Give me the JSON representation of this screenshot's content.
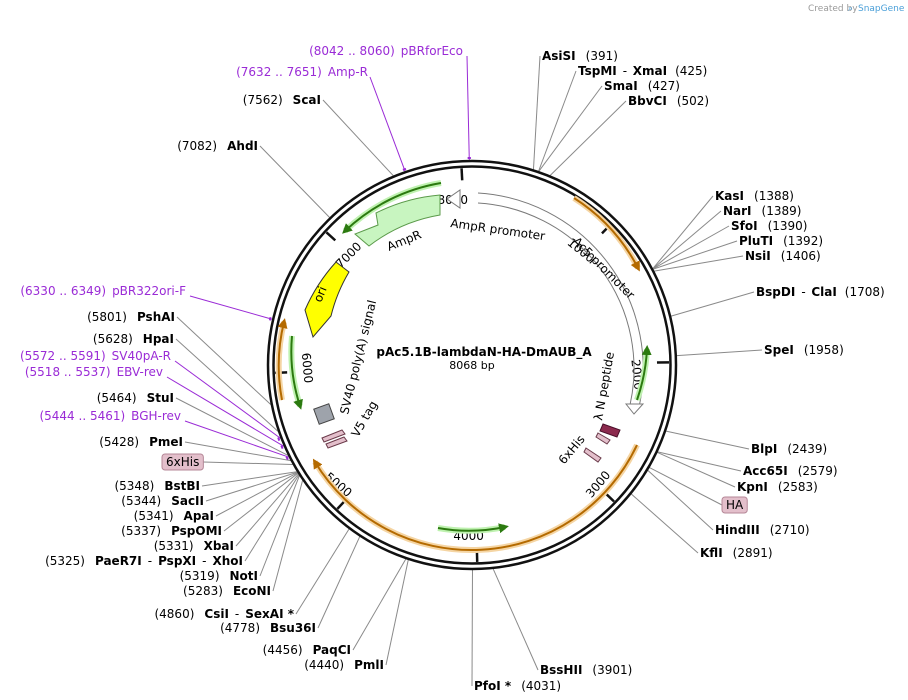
{
  "credit": {
    "prefix": "Created by",
    "brand": "SnapGene"
  },
  "plasmid": {
    "name": "pAc5.1B-lambdaN-HA-DmAUB_A",
    "size_label": "8068 bp",
    "length": 8068
  },
  "ticks": [
    "1000",
    "2000",
    "3000",
    "4000",
    "5000",
    "6000",
    "7000",
    "8000"
  ],
  "sites": [
    {
      "id": "asisi",
      "name": "AsiSI",
      "pos_label": "(391)",
      "bp": 391,
      "side": "right"
    },
    {
      "id": "tspmi",
      "name": "TspMI",
      "alt": "XmaI",
      "pos_label": "(425)",
      "bp": 425,
      "side": "right"
    },
    {
      "id": "smai",
      "name": "SmaI",
      "pos_label": "(427)",
      "bp": 427,
      "side": "right"
    },
    {
      "id": "bbvci",
      "name": "BbvCI",
      "pos_label": "(502)",
      "bp": 502,
      "side": "right"
    },
    {
      "id": "kasi",
      "name": "KasI",
      "pos_label": "(1388)",
      "bp": 1388,
      "side": "right"
    },
    {
      "id": "nari",
      "name": "NarI",
      "pos_label": "(1389)",
      "bp": 1389,
      "side": "right"
    },
    {
      "id": "sfoi",
      "name": "SfoI",
      "pos_label": "(1390)",
      "bp": 1390,
      "side": "right"
    },
    {
      "id": "pluti",
      "name": "PluTI",
      "pos_label": "(1392)",
      "bp": 1392,
      "side": "right"
    },
    {
      "id": "nsii",
      "name": "NsiI",
      "pos_label": "(1406)",
      "bp": 1406,
      "side": "right"
    },
    {
      "id": "bspdi",
      "name": "BspDI",
      "alt": "ClaI",
      "pos_label": "(1708)",
      "bp": 1708,
      "side": "right"
    },
    {
      "id": "spei",
      "name": "SpeI",
      "pos_label": "(1958)",
      "bp": 1958,
      "side": "right"
    },
    {
      "id": "blpi",
      "name": "BlpI",
      "pos_label": "(2439)",
      "bp": 2439,
      "side": "right"
    },
    {
      "id": "acc65i",
      "name": "Acc65I",
      "pos_label": "(2579)",
      "bp": 2579,
      "side": "right"
    },
    {
      "id": "kpni",
      "name": "KpnI",
      "pos_label": "(2583)",
      "bp": 2583,
      "side": "right"
    },
    {
      "id": "hindiii",
      "name": "HindIII",
      "pos_label": "(2710)",
      "bp": 2710,
      "side": "right"
    },
    {
      "id": "kfli",
      "name": "KflI",
      "pos_label": "(2891)",
      "bp": 2891,
      "side": "right"
    },
    {
      "id": "bsshii",
      "name": "BssHII",
      "pos_label": "(3901)",
      "bp": 3901,
      "side": "right"
    },
    {
      "id": "pfoi",
      "name": "PfoI *",
      "pos_label": "(4031)",
      "bp": 4031,
      "side": "right"
    },
    {
      "id": "pmli",
      "name": "PmlI",
      "pos_label": "(4440)",
      "bp": 4440,
      "side": "left"
    },
    {
      "id": "paqci",
      "name": "PaqCI",
      "pos_label": "(4456)",
      "bp": 4456,
      "side": "left"
    },
    {
      "id": "bsu36i",
      "name": "Bsu36I",
      "pos_label": "(4778)",
      "bp": 4778,
      "side": "left"
    },
    {
      "id": "csii",
      "name": "CsiI",
      "alt": "SexAI *",
      "pos_label": "(4860)",
      "bp": 4860,
      "side": "left"
    },
    {
      "id": "econi",
      "name": "EcoNI",
      "pos_label": "(5283)",
      "bp": 5283,
      "side": "left"
    },
    {
      "id": "noti",
      "name": "NotI",
      "pos_label": "(5319)",
      "bp": 5319,
      "side": "left"
    },
    {
      "id": "paer7i",
      "name": "PaeR7I",
      "alt": "PspXI",
      "alt2": "XhoI",
      "pos_label": "(5325)",
      "bp": 5325,
      "side": "left"
    },
    {
      "id": "xbai",
      "name": "XbaI",
      "pos_label": "(5331)",
      "bp": 5331,
      "side": "left"
    },
    {
      "id": "pspomi",
      "name": "PspOMI",
      "pos_label": "(5337)",
      "bp": 5337,
      "side": "left"
    },
    {
      "id": "apai",
      "name": "ApaI",
      "pos_label": "(5341)",
      "bp": 5341,
      "side": "left"
    },
    {
      "id": "sacii",
      "name": "SacII",
      "pos_label": "(5344)",
      "bp": 5344,
      "side": "left"
    },
    {
      "id": "bstbi",
      "name": "BstBI",
      "pos_label": "(5348)",
      "bp": 5348,
      "side": "left"
    },
    {
      "id": "pmei",
      "name": "PmeI",
      "pos_label": "(5428)",
      "bp": 5428,
      "side": "left"
    },
    {
      "id": "stui",
      "name": "StuI",
      "pos_label": "(5464)",
      "bp": 5464,
      "side": "left"
    },
    {
      "id": "hpai",
      "name": "HpaI",
      "pos_label": "(5628)",
      "bp": 5628,
      "side": "left"
    },
    {
      "id": "pshai",
      "name": "PshAI",
      "pos_label": "(5801)",
      "bp": 5801,
      "side": "left"
    },
    {
      "id": "ahdi",
      "name": "AhdI",
      "pos_label": "(7082)",
      "bp": 7082,
      "side": "left"
    },
    {
      "id": "scai",
      "name": "ScaI",
      "pos_label": "(7562)",
      "bp": 7562,
      "side": "left"
    }
  ],
  "primers": [
    {
      "id": "pbrforeco",
      "name": "pBRforEco",
      "range_label": "(8042 .. 8060)",
      "bp": 8051
    },
    {
      "id": "ampr",
      "name": "Amp-R",
      "range_label": "(7632 .. 7651)",
      "bp": 7641
    },
    {
      "id": "pbr322ori",
      "name": "pBR322ori-F",
      "range_label": "(6330 .. 6349)",
      "bp": 6340
    },
    {
      "id": "sv40pa",
      "name": "SV40pA-R",
      "range_label": "(5572 .. 5591)",
      "bp": 5581
    },
    {
      "id": "ebvrev",
      "name": "EBV-rev",
      "range_label": "(5518 .. 5537)",
      "bp": 5527
    },
    {
      "id": "bghrev",
      "name": "BGH-rev",
      "range_label": "(5444 .. 5461)",
      "bp": 5452
    }
  ],
  "tags": [
    {
      "id": "his-tag",
      "label": "6xHis",
      "bp": 5400
    },
    {
      "id": "ha-tag",
      "label": "HA",
      "bp": 2690
    }
  ],
  "features": [
    {
      "id": "ampr-promoter",
      "label": "AmpR promoter"
    },
    {
      "id": "ampr-gene",
      "label": "AmpR"
    },
    {
      "id": "ac5-promoter",
      "label": "Ac5 promoter"
    },
    {
      "id": "ori",
      "label": "ori"
    },
    {
      "id": "sv40-signal",
      "label": "SV40 poly(A) signal"
    },
    {
      "id": "v5-tag",
      "label": "V5 tag"
    },
    {
      "id": "lambda-n",
      "label": "λ N peptide"
    },
    {
      "id": "his-inner",
      "label": "6xHis"
    }
  ],
  "colors": {
    "primer": "#9a2bd6",
    "orf_fill": "#f5d5a3",
    "orf_stroke": "#c8850e",
    "green_fill": "#bff2b0",
    "green_stroke": "#4a9a2a",
    "ori": "#ffff00",
    "tag": "#e3bfcb",
    "lambda": "#8c2a4e",
    "sv40": "#9ea3ab"
  }
}
